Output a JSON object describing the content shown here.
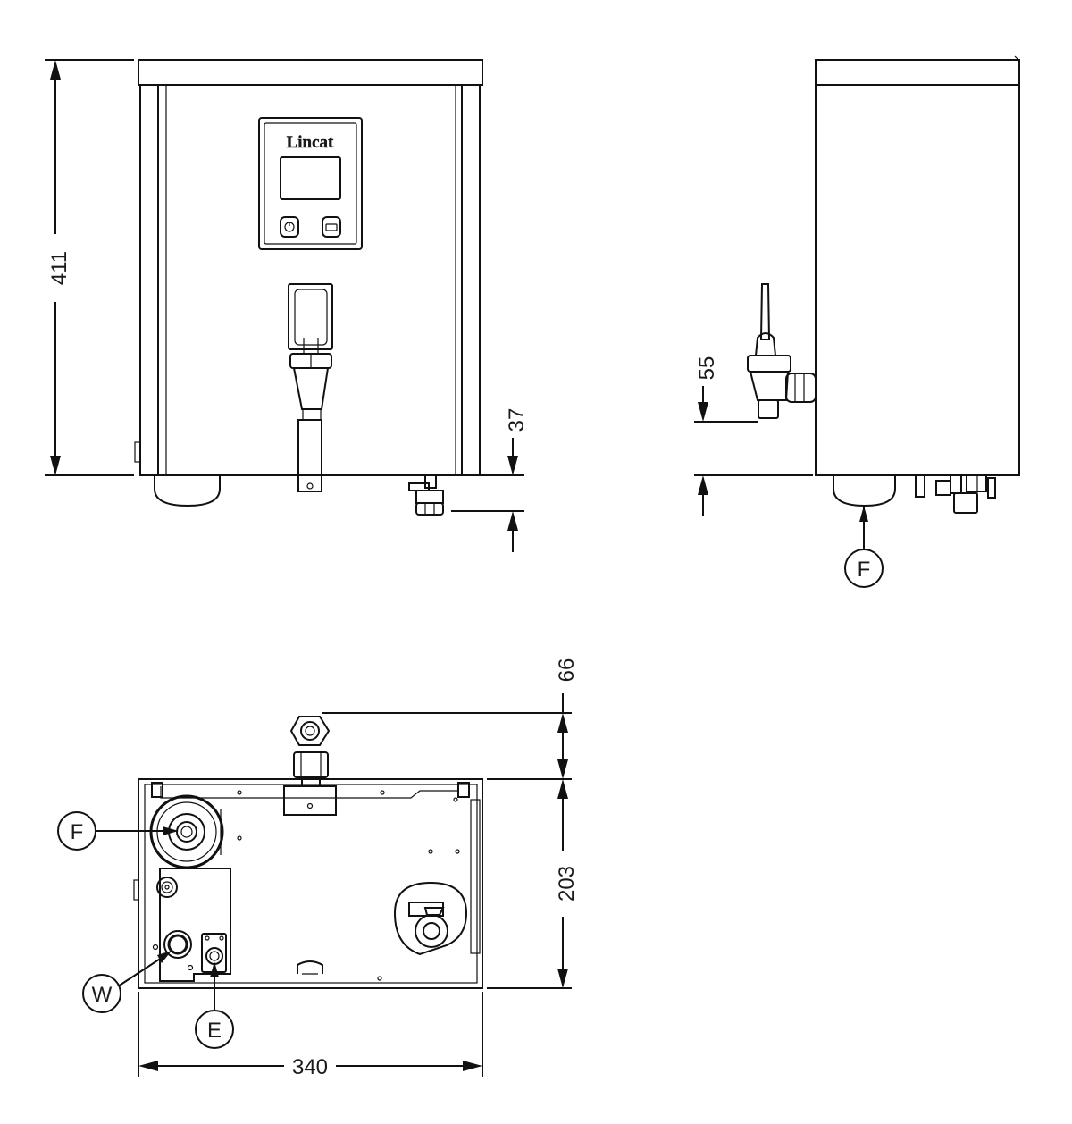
{
  "brand": "Lincat",
  "dimensions": {
    "height": "411",
    "foot_height": "37",
    "tap_height": "55",
    "tap_depth": "66",
    "depth": "203",
    "width": "340"
  },
  "callouts": {
    "filter_side": "F",
    "filter_base": "F",
    "water_inlet": "W",
    "electrical": "E"
  }
}
